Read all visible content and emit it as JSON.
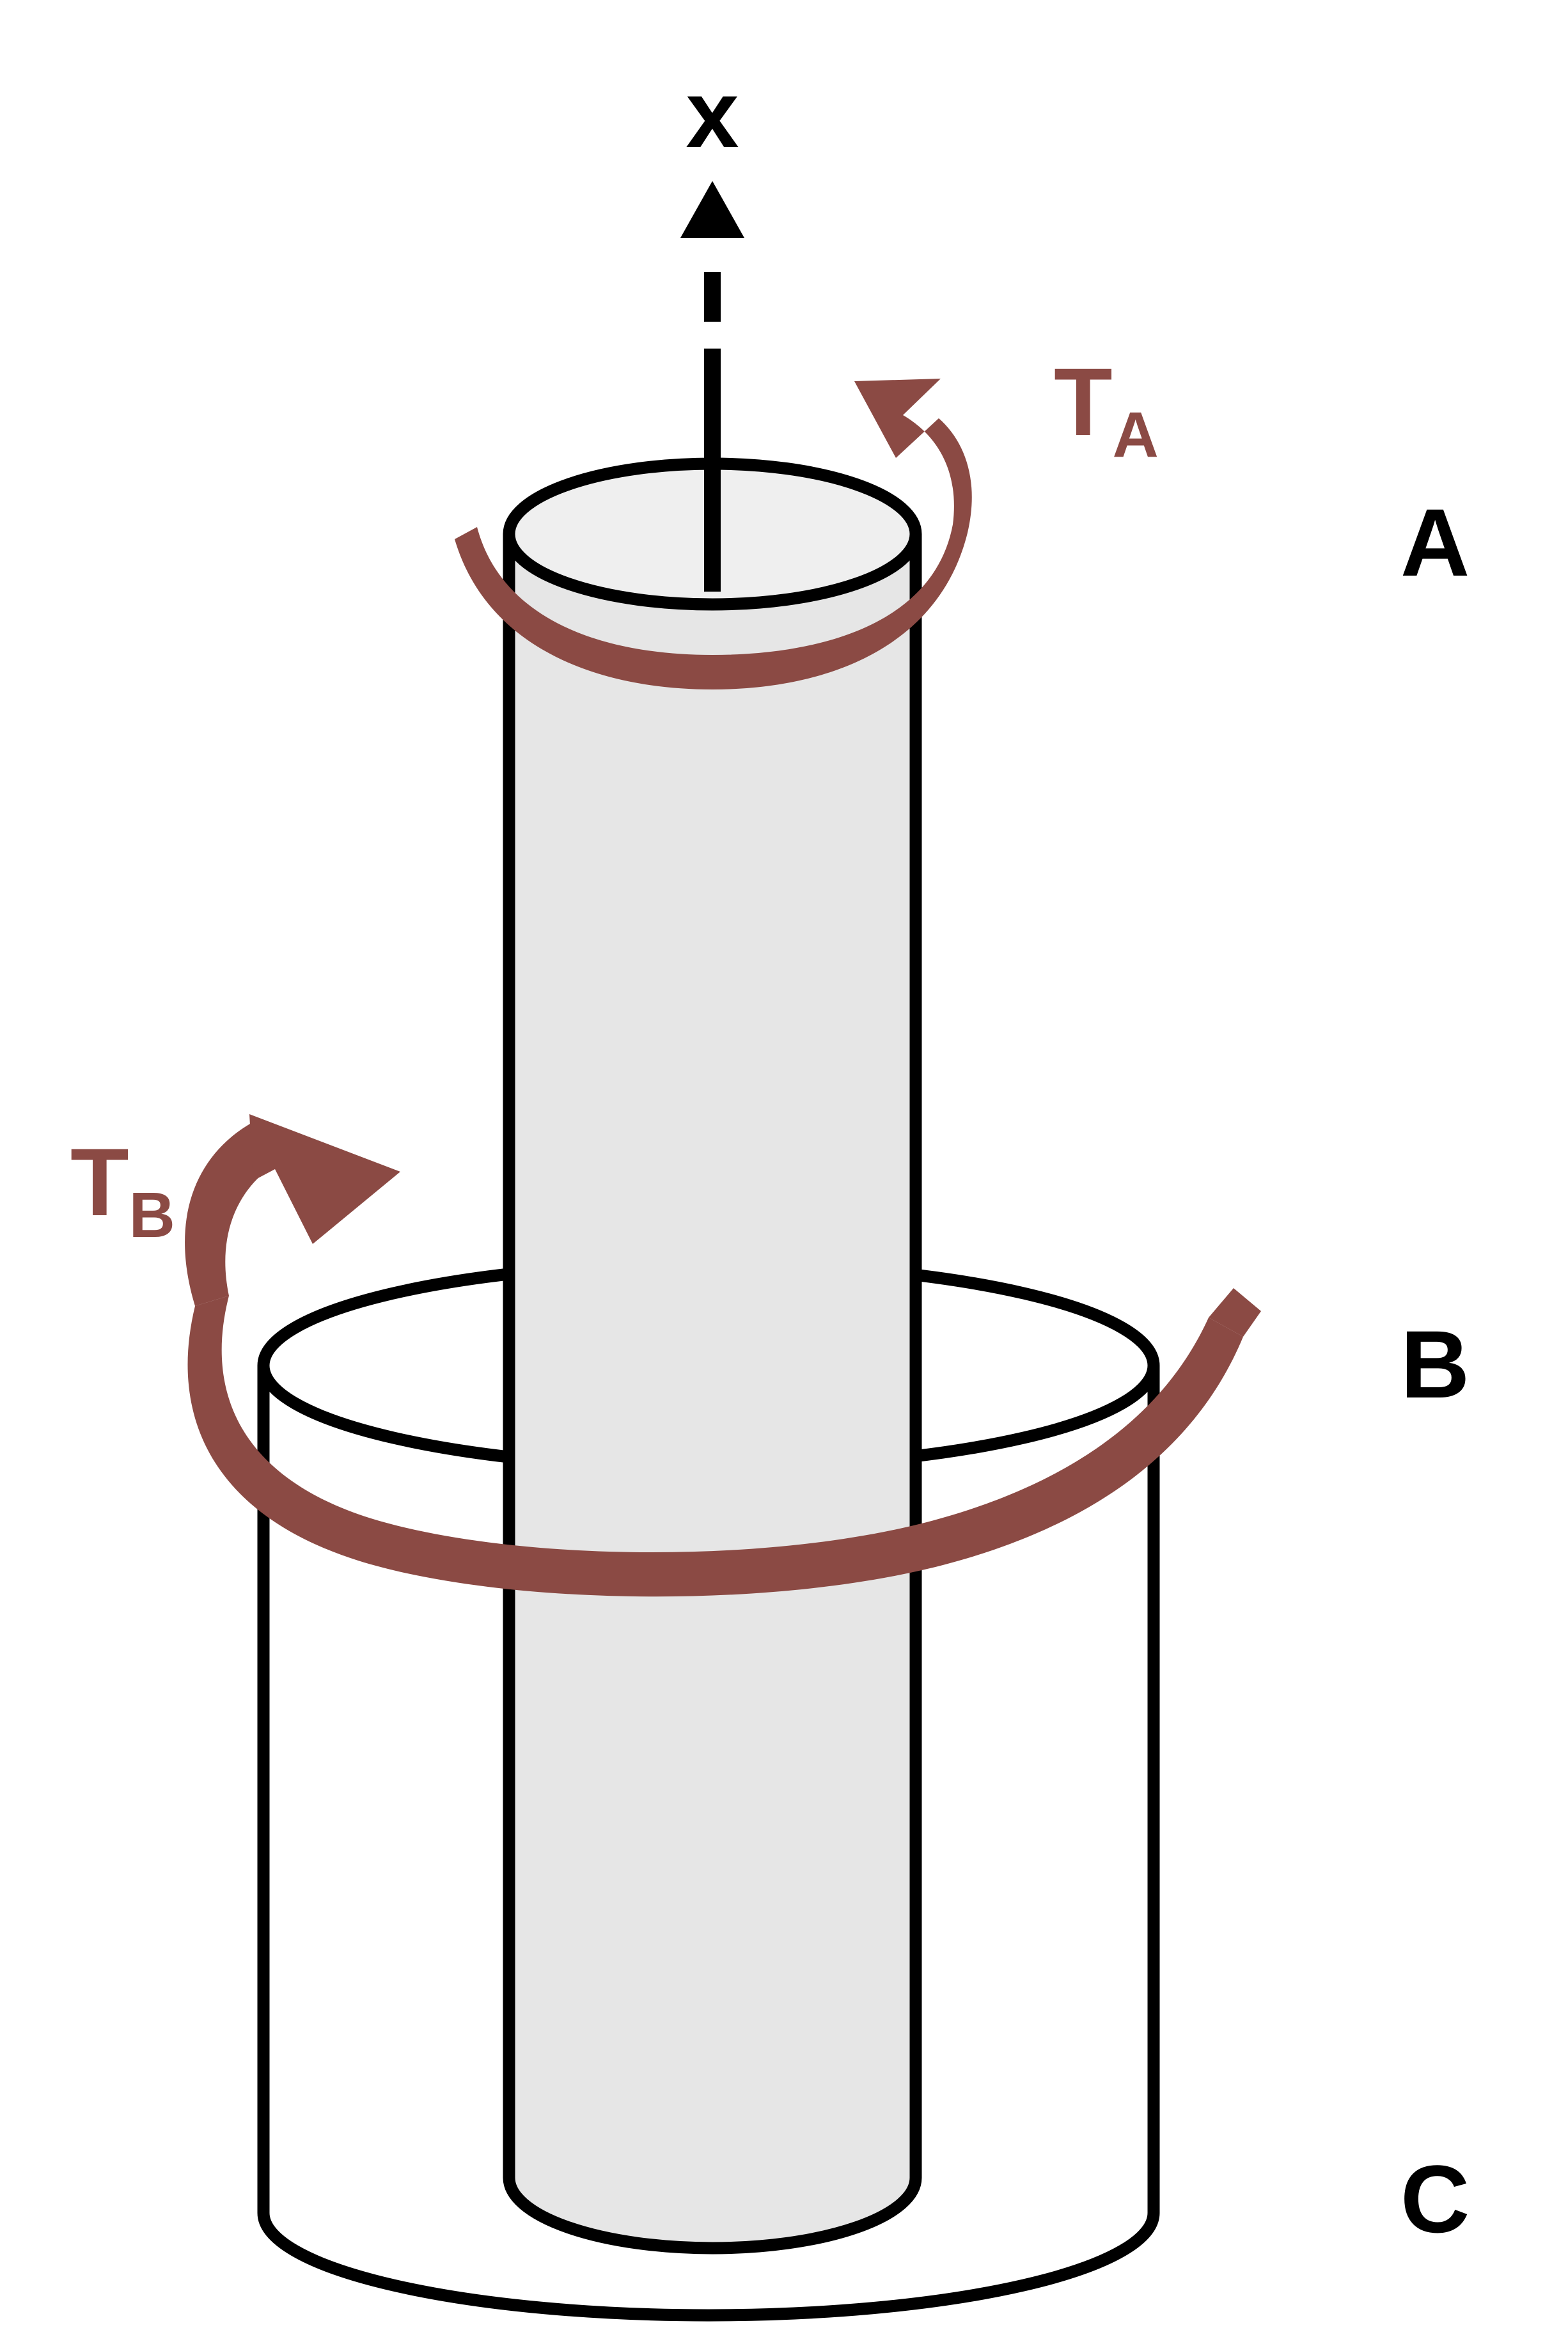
{
  "figure": {
    "kind": "torsion-shaft-diagram",
    "background_color": "#ffffff",
    "outline_color": "#000000",
    "shaft_fill_color": "#e6e6e6",
    "tube_fill_color": "#ffffff",
    "torque_color": "#8b4a44"
  },
  "axis": {
    "label": "x",
    "arrow_direction": "up",
    "line_style": "dashed",
    "color": "#000000"
  },
  "torques": [
    {
      "id": "TA",
      "symbol": "T",
      "subscript": "A",
      "label": "TA",
      "applied_at": "A",
      "color": "#8b4a44",
      "sense": "counterclockwise-viewed-from-top"
    },
    {
      "id": "TB",
      "symbol": "T",
      "subscript": "B",
      "label": "TB",
      "applied_at": "B",
      "color": "#8b4a44",
      "sense": "counterclockwise-viewed-from-top"
    }
  ],
  "section_labels": [
    {
      "id": "A",
      "label": "A"
    },
    {
      "id": "B",
      "label": "B"
    },
    {
      "id": "C",
      "label": "C"
    }
  ],
  "bodies": [
    {
      "id": "inner-shaft",
      "name": "inner shaft",
      "spans": "A to C",
      "fill": "#e6e6e6"
    },
    {
      "id": "outer-tube",
      "name": "outer tube",
      "spans": "B to C",
      "fill": "#ffffff"
    }
  ]
}
